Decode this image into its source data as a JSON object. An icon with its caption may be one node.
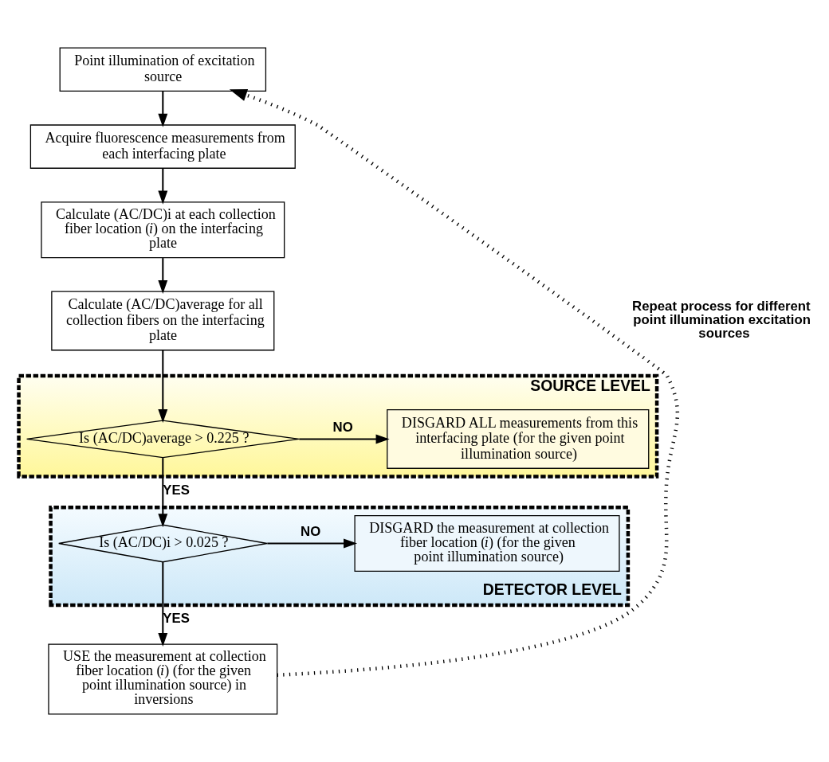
{
  "diagram": {
    "nodes": [
      {
        "text": [
          "Point illumination of excitation source"
        ]
      },
      {
        "text": [
          "Acquire fluorescence measurements from each interfacing plate"
        ]
      },
      {
        "text": [
          "Calculate (AC/DC)i at each collection fiber location (*i*) on the interfacing plate"
        ]
      },
      {
        "text": [
          "Calculate (AC/DC)average for all collection fibers on the interfacing plate"
        ]
      },
      {
        "text": [
          "SOURCE LEVEL"
        ]
      },
      {
        "text": [
          "Is (AC/DC)average > 0.225 ?"
        ],
        "in": 4
      },
      {
        "text": [
          "DISGARD ALL measurements from this interfacing plate (for the given point illumination source)"
        ],
        "in": 4
      },
      {
        "text": [
          "DETECTOR LEVEL"
        ]
      },
      {
        "text": [
          "Is (AC/DC)i > 0.025 ?"
        ],
        "in": 7
      },
      {
        "text": [
          "DISGARD the measurement at collection fiber location (*i*) (for the given point illumination source)"
        ],
        "in": 7
      },
      {
        "text": [
          "USE the measurement at collection fiber location (*i*) (for the given point illumination source) in inversions"
        ]
      }
    ],
    "edges": [
      {
        "from": 0,
        "to": 1,
        "arrow": "to"
      },
      {
        "from": 1,
        "to": 2,
        "arrow": "to"
      },
      {
        "from": 2,
        "to": 3,
        "arrow": "to"
      },
      {
        "from": 3,
        "to": 5,
        "arrow": "to"
      },
      {
        "from": 5,
        "to": 6,
        "arrow": "to",
        "label": "NO"
      },
      {
        "from": 5,
        "to": 8,
        "arrow": "to",
        "label": "YES"
      },
      {
        "from": 8,
        "to": 9,
        "arrow": "to",
        "label": "NO"
      },
      {
        "from": 8,
        "to": 10,
        "arrow": "to",
        "label": "YES"
      },
      {
        "from": 10,
        "to": 0,
        "arrow": "to",
        "style": "dashed",
        "label": "Repeat process for different point illumination excitation sources"
      }
    ]
  }
}
